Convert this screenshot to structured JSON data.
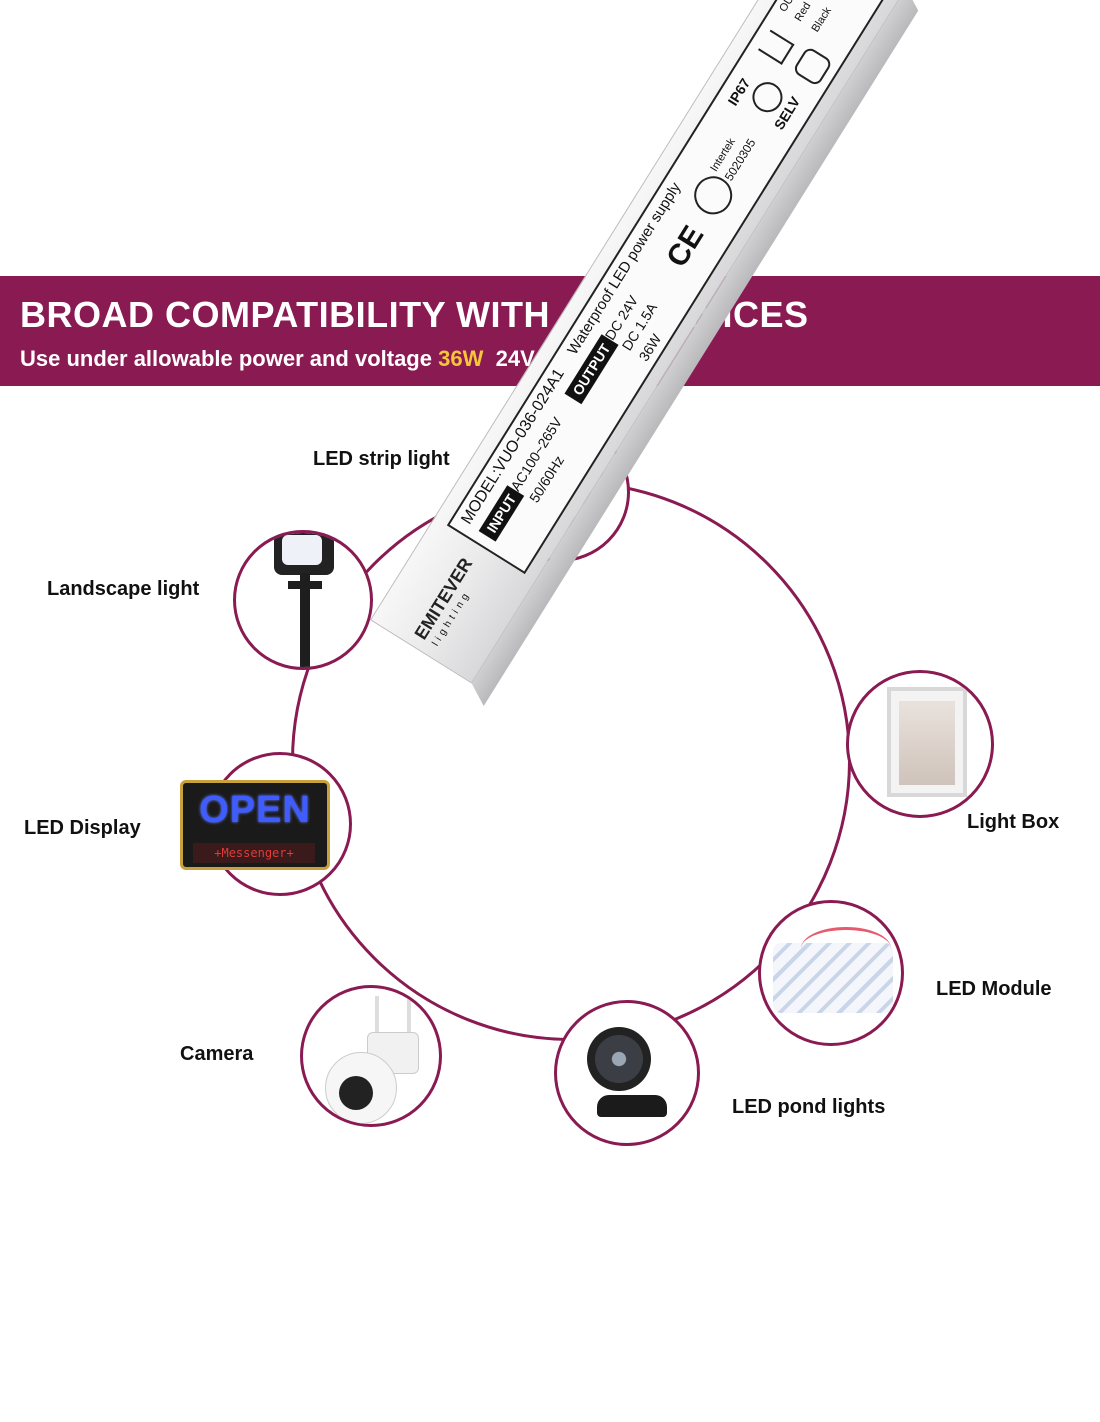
{
  "banner": {
    "title": "BROAD COMPATIBILITY WITH  24V DEVICES",
    "subtitle_prefix": "Use under allowable power and voltage ",
    "subtitle_power": "36W",
    "subtitle_voltage": "24V",
    "background": "#8a1a52",
    "highlight_color": "#f5c53b"
  },
  "devices": {
    "strip": "LED strip light",
    "landscape": "Landscape light",
    "display": "LED Display",
    "camera": "Camera",
    "pond": "LED pond lights",
    "module": "LED Module",
    "lightbox": "Light Box"
  },
  "display_sign": {
    "open": "OPEN",
    "message": "+Messenger+"
  },
  "psu": {
    "model": "MODEL:VUO-036-024A1",
    "title": "Waterproof LED power supply",
    "input_tag": "INPUT",
    "input_voltage": "AC100~265V",
    "input_freq": "50/60Hz",
    "output_tag": "OUTPUT",
    "output_voltage": "DC 24V",
    "output_current": "DC 1.5A",
    "output_power": "36W",
    "brand_main": "EMITEVER",
    "brand_sub": "lighting",
    "ip": "IP67",
    "selv": "SELV",
    "intertek": "Intertek",
    "cert_no": "5020305",
    "ce": "CE",
    "output_label": "OUTPUT",
    "wire_red": "Red",
    "wire_black": "Black",
    "plus": "+",
    "minus": "-"
  },
  "accent_ring_color": "#8a1a52"
}
